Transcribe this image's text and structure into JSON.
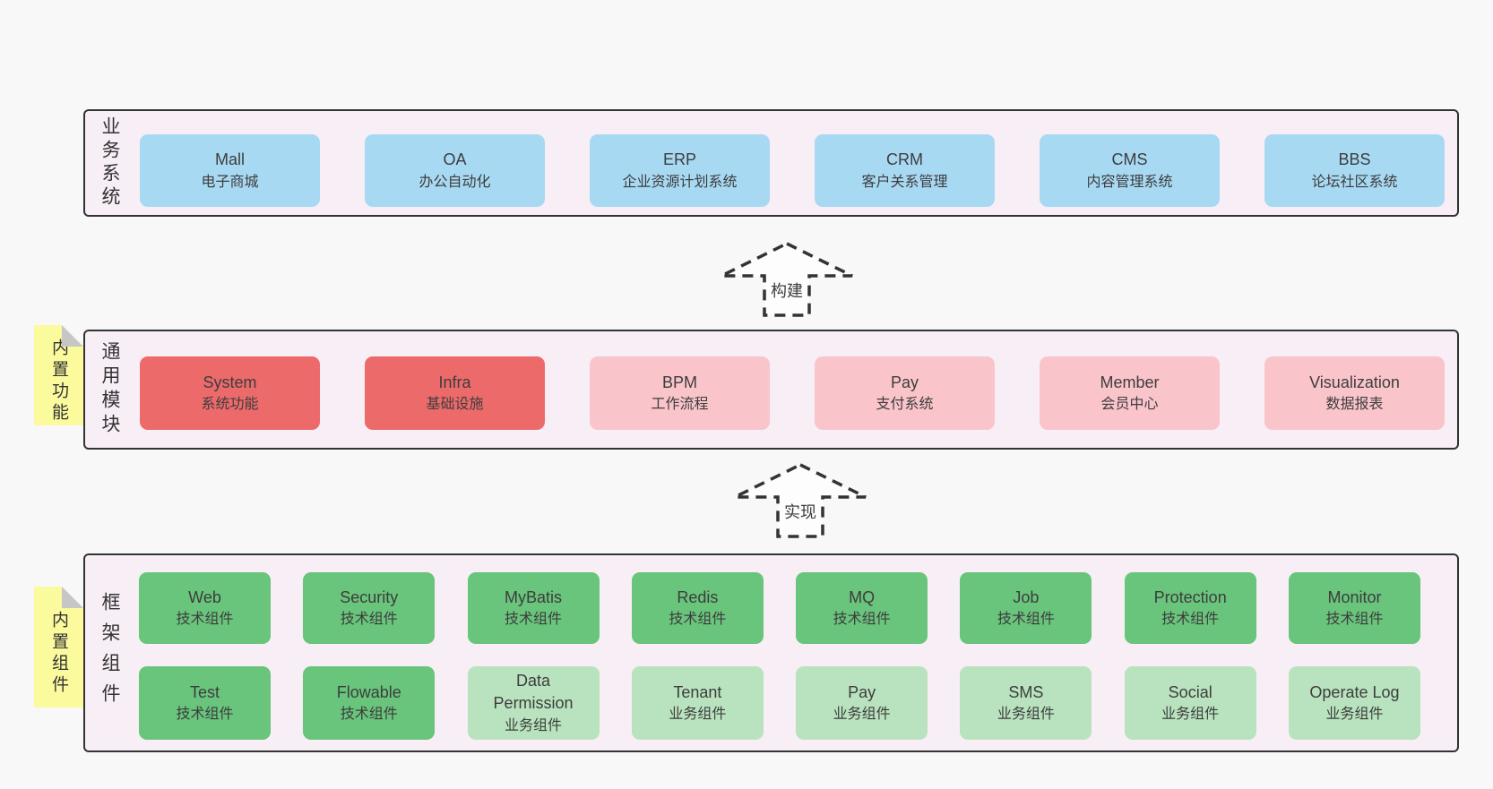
{
  "colors": {
    "page_background": "#f8f8f8",
    "panel_background": "#f8eef6",
    "panel_border": "#333333",
    "business_box": "#a8d9f3",
    "core_module_box": "#ed6a6b",
    "optional_module_box": "#fac4cb",
    "tech_component_box": "#69c47c",
    "biz_component_box": "#b8e3be",
    "sticky_note": "#fbfa9d",
    "sticky_fold": "#c6c6c6",
    "text": "#3d3d3d"
  },
  "arrows": {
    "build": "构建",
    "implement": "实现"
  },
  "sections": {
    "business": {
      "label": "业务系统",
      "boxes": [
        {
          "name": "Mall",
          "sub": "电子商城"
        },
        {
          "name": "OA",
          "sub": "办公自动化"
        },
        {
          "name": "ERP",
          "sub": "企业资源计划系统"
        },
        {
          "name": "CRM",
          "sub": "客户关系管理"
        },
        {
          "name": "CMS",
          "sub": "内容管理系统"
        },
        {
          "name": "BBS",
          "sub": "论坛社区系统"
        }
      ]
    },
    "modules": {
      "tag": "内置功能",
      "label": "通用模块",
      "boxes": [
        {
          "name": "System",
          "sub": "系统功能"
        },
        {
          "name": "Infra",
          "sub": "基础设施"
        },
        {
          "name": "BPM",
          "sub": "工作流程"
        },
        {
          "name": "Pay",
          "sub": "支付系统"
        },
        {
          "name": "Member",
          "sub": "会员中心"
        },
        {
          "name": "Visualization",
          "sub": "数据报表"
        }
      ]
    },
    "components": {
      "tag": "内置组件",
      "label": "框架组件",
      "row1": [
        {
          "name": "Web",
          "sub": "技术组件"
        },
        {
          "name": "Security",
          "sub": "技术组件"
        },
        {
          "name": "MyBatis",
          "sub": "技术组件"
        },
        {
          "name": "Redis",
          "sub": "技术组件"
        },
        {
          "name": "MQ",
          "sub": "技术组件"
        },
        {
          "name": "Job",
          "sub": "技术组件"
        },
        {
          "name": "Protection",
          "sub": "技术组件"
        },
        {
          "name": "Monitor",
          "sub": "技术组件"
        }
      ],
      "row2": [
        {
          "name": "Test",
          "sub": "技术组件"
        },
        {
          "name": "Flowable",
          "sub": "技术组件"
        },
        {
          "name": "Data\nPermission",
          "sub": "业务组件"
        },
        {
          "name": "Tenant",
          "sub": "业务组件"
        },
        {
          "name": "Pay",
          "sub": "业务组件"
        },
        {
          "name": "SMS",
          "sub": "业务组件"
        },
        {
          "name": "Social",
          "sub": "业务组件"
        },
        {
          "name": "Operate Log",
          "sub": "业务组件"
        }
      ]
    }
  }
}
